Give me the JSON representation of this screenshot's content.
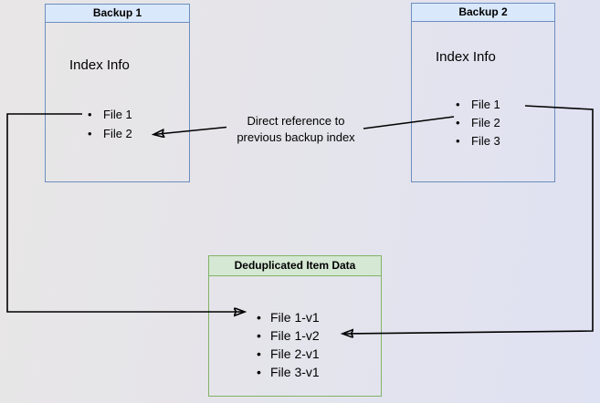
{
  "diagram": {
    "backup1": {
      "title": "Backup 1",
      "index_label": "Index Info",
      "files": [
        "File 1",
        "File 2"
      ]
    },
    "backup2": {
      "title": "Backup 2",
      "index_label": "Index Info",
      "files": [
        "File 1",
        "File 2",
        "File 3"
      ]
    },
    "dedup": {
      "title": "Deduplicated Item Data",
      "items": [
        "File 1-v1",
        "File 1-v2",
        "File 2-v1",
        "File 3-v1"
      ]
    },
    "edge_label": {
      "line1": "Direct reference to",
      "line2": "previous backup index"
    },
    "bullet_icon": "•",
    "colors": {
      "blue_header_fill": "#dae8fc",
      "blue_border": "#6c8ebf",
      "green_header_fill": "#d5e8d4",
      "green_border": "#82b366",
      "arrow": "#000000"
    }
  }
}
